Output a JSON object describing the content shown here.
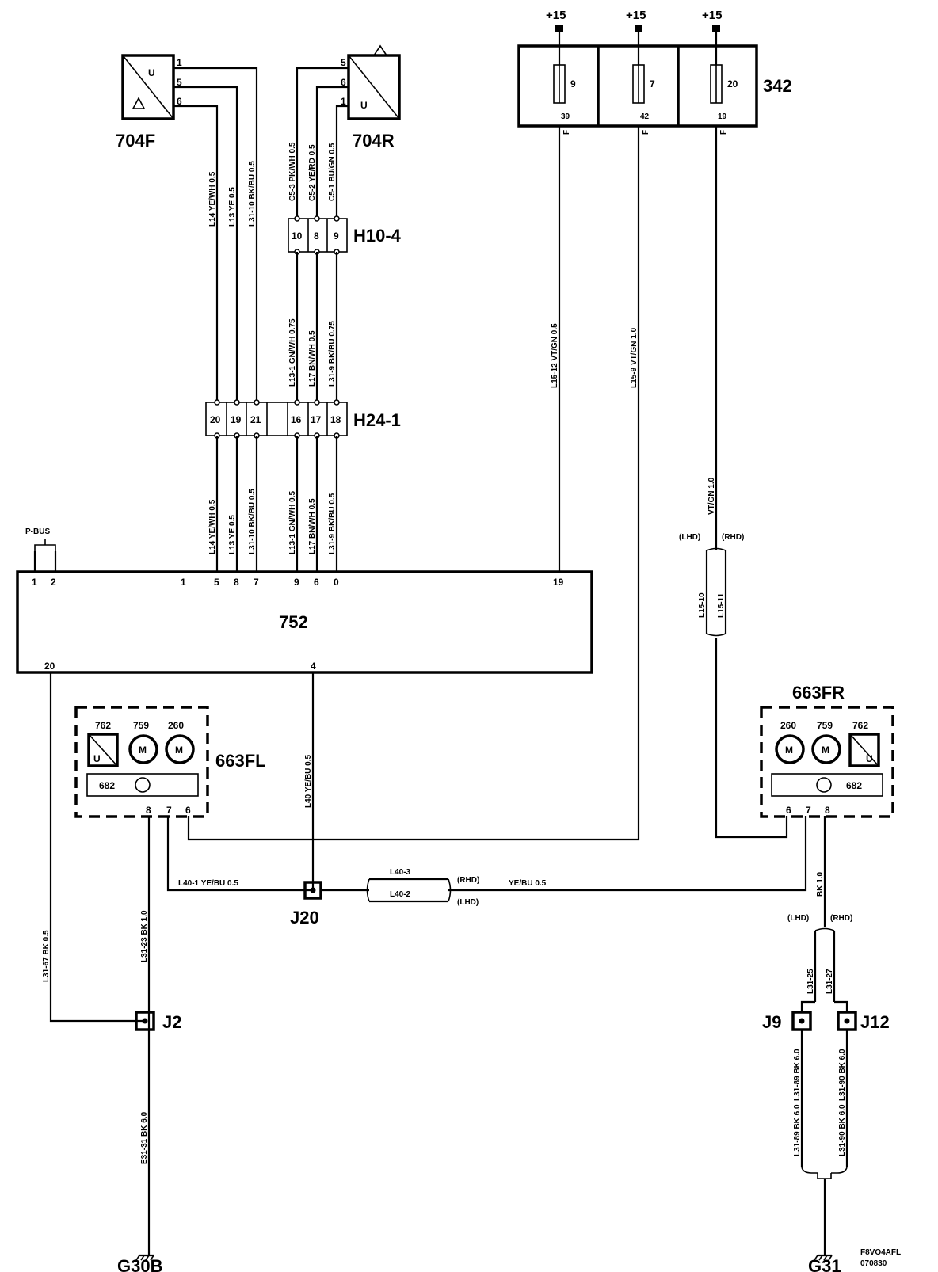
{
  "components": {
    "ecu": "752",
    "fuse_box": "342",
    "fuse_supply": "+15",
    "fuses": [
      {
        "num": "9",
        "pin": "39",
        "f": "F"
      },
      {
        "num": "7",
        "pin": "42",
        "f": "F"
      },
      {
        "num": "20",
        "pin": "19",
        "f": "F"
      }
    ],
    "sensor_front": {
      "id": "704F",
      "u": "U",
      "pins": [
        "1",
        "5",
        "6"
      ]
    },
    "sensor_rear": {
      "id": "704R",
      "u": "U",
      "pins": [
        "5",
        "6",
        "1"
      ]
    },
    "connector_h10": {
      "id": "H10-4",
      "pins": [
        "10",
        "8",
        "9"
      ]
    },
    "connector_h24": {
      "id": "H24-1",
      "pins": [
        "20",
        "19",
        "21",
        "16",
        "17",
        "18"
      ]
    },
    "motor_left": {
      "id": "663FL",
      "parts": [
        "762",
        "759",
        "260"
      ],
      "pot": "682",
      "u": "U",
      "m": "M",
      "pins": [
        "8",
        "7",
        "6"
      ]
    },
    "motor_right": {
      "id": "663FR",
      "parts": [
        "260",
        "759",
        "762"
      ],
      "pot": "682",
      "u": "U",
      "m": "M",
      "pins": [
        "6",
        "7",
        "8"
      ]
    },
    "splices": [
      "J20",
      "J2",
      "J9",
      "J12"
    ],
    "grounds": [
      "G30B",
      "G31"
    ]
  },
  "ecu_pins": {
    "pbus": "P-BUS",
    "top": [
      "1",
      "2",
      "1",
      "5",
      "8",
      "7",
      "9",
      "6",
      "0",
      "19"
    ],
    "bottom": [
      "20",
      "4"
    ]
  },
  "wires": {
    "w704f_1": "L14 YE/WH 0.5",
    "w704f_2": "L13 YE 0.5",
    "w704f_3": "L31-10 BK/BU 0.5",
    "w704r_1": "C5-3 PK/WH 0.5",
    "w704r_2": "C5-2 YE/RD 0.5",
    "w704r_3": "C5-1 BU/GN 0.5",
    "wh10_1": "L13-1 GN/WH 0.75",
    "wh10_2": "L17 BN/WH 0.5",
    "wh10_3": "L31-9 BK/BU 0.75",
    "wh24_1": "L14 YE/WH 0.5",
    "wh24_2": "L13 YE 0.5",
    "wh24_3": "L31-10 BK/BU 0.5",
    "wh24_4": "L13-1 GN/WH 0.5",
    "wh24_5": "L17 BN/WH 0.5",
    "wh24_6": "L31-9 BK/BU 0.5",
    "wf9": "L15-12 VT/GN 0.5",
    "wf7": "L15-9 VT/GN 1.0",
    "wf20": "VT/GN 1.0",
    "lhd": "(LHD)",
    "rhd": "(RHD)",
    "l15_10": "L15-10",
    "l15_11": "L15-11",
    "l40": "L40 YE/BU 0.5",
    "l40_1": "L40-1 YE/BU 0.5",
    "l40_3": "L40-3",
    "l40_2": "L40-2",
    "yebu": "YE/BU 0.5",
    "bk10": "BK 1.0",
    "l31_67": "L31-67 BK 0.5",
    "l31_23": "L31-23 BK 1.0",
    "e31_31": "E31-31 BK 6.0",
    "l31_25": "L31-25",
    "l31_27": "L31-27",
    "l31_89": "L31-89 BK 6.0",
    "l31_90": "L31-90 BK 6.0"
  },
  "footer": {
    "code": "F8VO4AFL",
    "date": "070830"
  }
}
